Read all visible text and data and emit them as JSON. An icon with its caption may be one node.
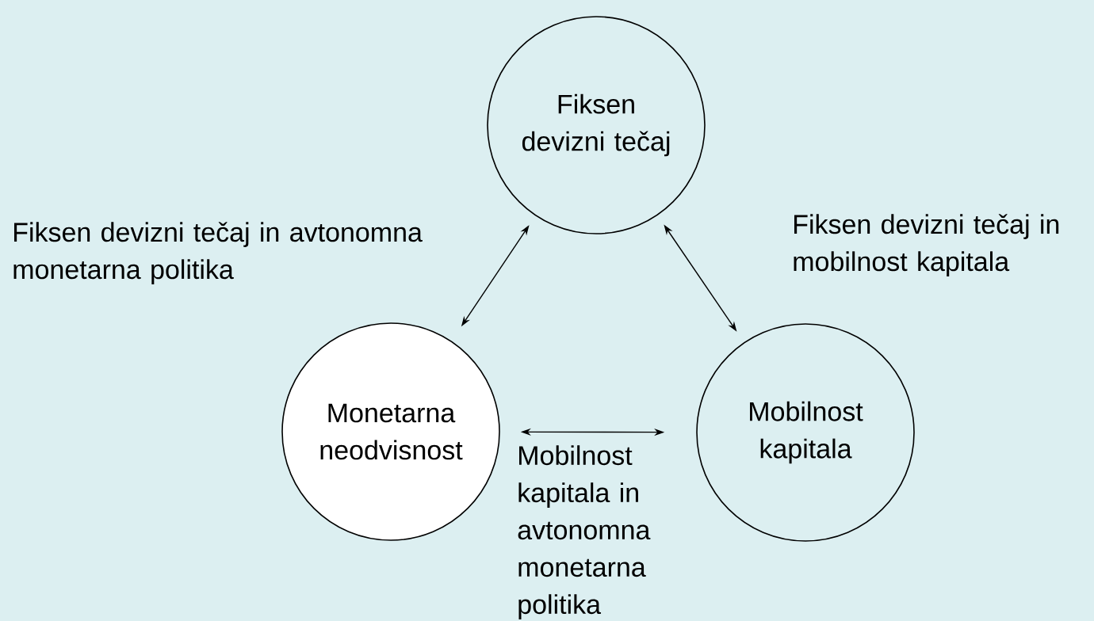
{
  "diagram": {
    "nodes": [
      {
        "text": [
          "Fiksen devizni tečaj"
        ]
      },
      {
        "text": [
          "Monetarna neodvisnost"
        ]
      },
      {
        "text": [
          "Mobilnost kapitala"
        ]
      }
    ],
    "edges": [
      {
        "from": 1,
        "to": 0,
        "arrow": "both",
        "label": "Fiksen devizni tečaj in avtonomna monetarna politika"
      },
      {
        "from": 0,
        "to": 2,
        "arrow": "both",
        "label": "Fiksen devizni tečaj in mobilnost kapitala"
      },
      {
        "from": 1,
        "to": 2,
        "arrow": "both",
        "label": "Mobilnost kapitala in avtonomna monetarna politika"
      }
    ]
  }
}
